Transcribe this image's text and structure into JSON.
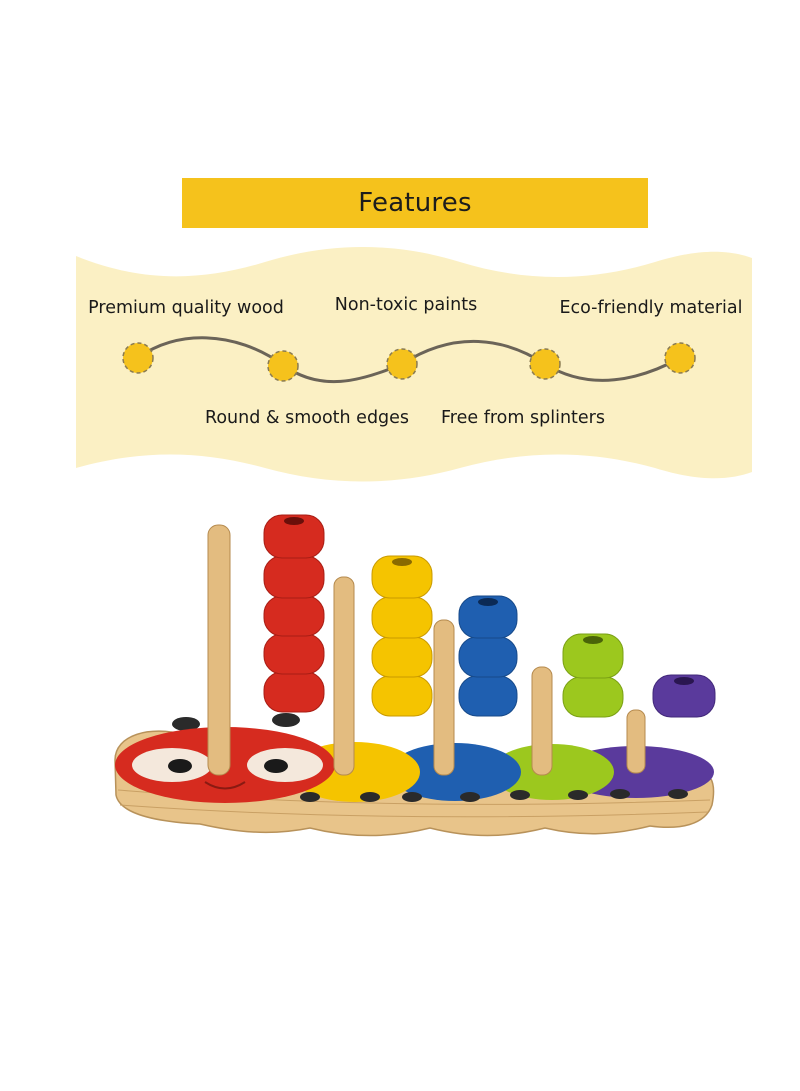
{
  "title": "Features",
  "features": [
    "Premium quality wood",
    "Non-toxic paints",
    "Eco-friendly material",
    "Round & smooth edges",
    "Free from splinters"
  ],
  "colors": {
    "banner": "#f5c21c",
    "panel": "#fbf0c4",
    "dot": "#f5c21c",
    "line": "#6b6458",
    "wood": "#e8c48a",
    "red": "#d62b1f",
    "yellow": "#f5c400",
    "blue": "#1f5fb0",
    "green": "#9cc81e",
    "purple": "#5a3a9c"
  }
}
